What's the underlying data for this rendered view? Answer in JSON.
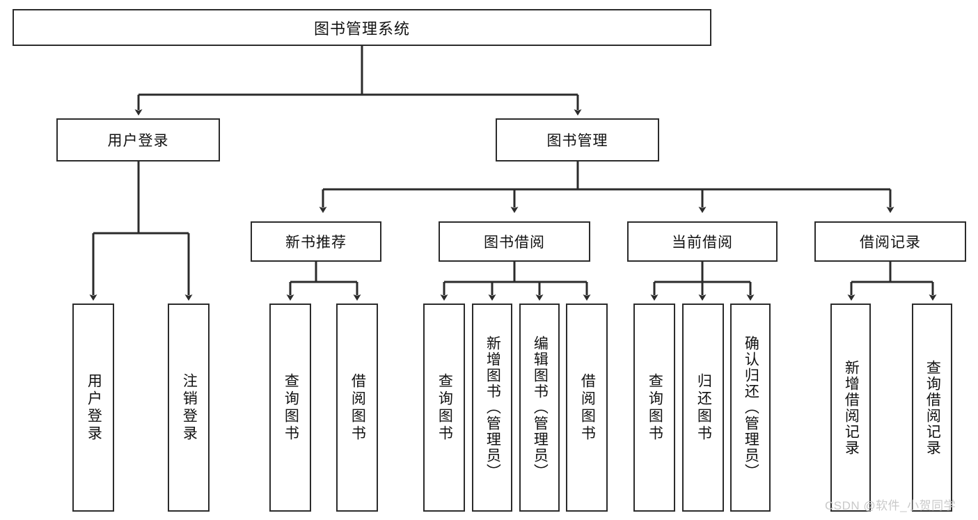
{
  "diagram": {
    "title": "图书管理系统",
    "type": "tree-hierarchy-chart",
    "root": {
      "label": "图书管理系统"
    },
    "level2": [
      {
        "label": "用户登录"
      },
      {
        "label": "图书管理"
      }
    ],
    "level3": [
      {
        "label": "新书推荐"
      },
      {
        "label": "图书借阅"
      },
      {
        "label": "当前借阅"
      },
      {
        "label": "借阅记录"
      }
    ],
    "leaves": {
      "user_login": [
        {
          "label": "用户登录"
        },
        {
          "label": "注销登录"
        }
      ],
      "new_book_recommend": [
        {
          "label": "查询图书"
        },
        {
          "label": "借阅图书"
        }
      ],
      "book_borrow": [
        {
          "label": "查询图书"
        },
        {
          "label": "新增图书（管理员）"
        },
        {
          "label": "编辑图书（管理员）"
        },
        {
          "label": "借阅图书"
        }
      ],
      "current_borrow": [
        {
          "label": "查询图书"
        },
        {
          "label": "归还图书"
        },
        {
          "label": "确认归还（管理员）"
        }
      ],
      "borrow_record": [
        {
          "label": "新增借阅记录"
        },
        {
          "label": "查询借阅记录"
        }
      ]
    }
  },
  "watermark": {
    "text": "CSDN @软件_小贺同学"
  },
  "colors": {
    "stroke": "#2b2b2b",
    "background": "#ffffff",
    "text": "#111111",
    "watermark": "#c9c9c9"
  }
}
